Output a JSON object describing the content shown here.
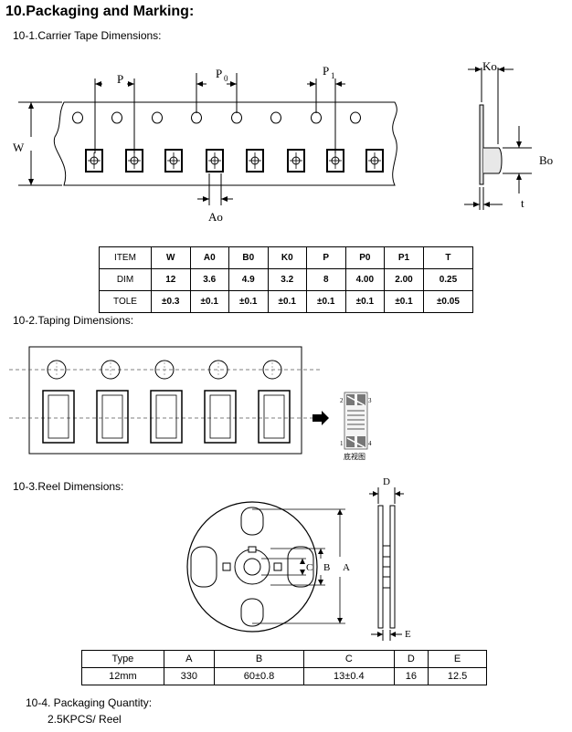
{
  "title": "10.Packaging and Marking:",
  "section1": {
    "heading": "10-1.Carrier Tape Dimensions:",
    "labels": {
      "p": "P",
      "p0": "P",
      "p0_sub": "0",
      "p1": "P",
      "p1_sub": "1",
      "w": "W",
      "ao": "Ao",
      "ko": "Ko",
      "bo": "Bo",
      "t": "t"
    }
  },
  "table1": {
    "header": [
      "ITEM",
      "W",
      "A0",
      "B0",
      "K0",
      "P",
      "P0",
      "P1",
      "T"
    ],
    "rows": [
      [
        "DIM",
        "12",
        "3.6",
        "4.9",
        "3.2",
        "8",
        "4.00",
        "2.00",
        "0.25"
      ],
      [
        "TOLE",
        "±0.3",
        "±0.1",
        "±0.1",
        "±0.1",
        "±0.1",
        "±0.1",
        "±0.1",
        "±0.05"
      ]
    ]
  },
  "section2": {
    "heading": "10-2.Taping Dimensions:",
    "bottom_view_label": "底视图",
    "pins": [
      "1",
      "2",
      "3",
      "4"
    ]
  },
  "section3": {
    "heading": "10-3.Reel Dimensions:",
    "labels": {
      "a": "A",
      "b": "B",
      "c": "C",
      "d": "D",
      "e": "E"
    }
  },
  "table2": {
    "header": [
      "Type",
      "A",
      "B",
      "C",
      "D",
      "E"
    ],
    "rows": [
      [
        "12mm",
        "330",
        "60±0.8",
        "13±0.4",
        "16",
        "12.5"
      ]
    ]
  },
  "section4": {
    "heading": "10-4. Packaging Quantity:",
    "value": "2.5KPCS/ Reel"
  }
}
